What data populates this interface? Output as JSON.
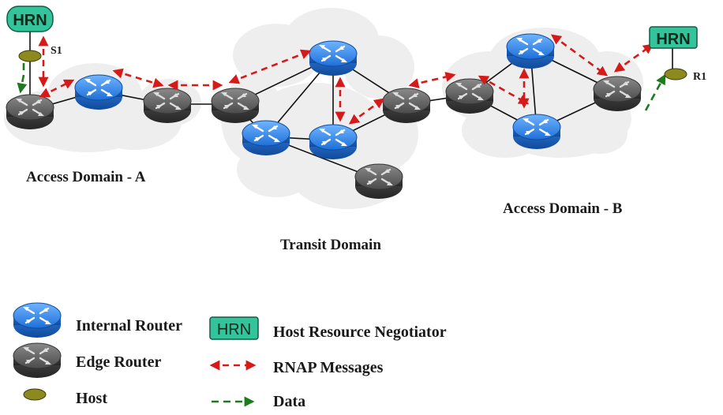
{
  "domains": {
    "access_a": "Access Domain - A",
    "transit": "Transit Domain",
    "access_b": "Access Domain - B"
  },
  "hosts": {
    "sender": "S1",
    "receiver": "R1"
  },
  "hrn_label": "HRN",
  "legend": {
    "internal_router": "Internal Router",
    "edge_router": "Edge Router",
    "host": "Host",
    "hrn_box": "HRN",
    "hrn": "Host Resource Negotiator",
    "rnap": "RNAP Messages",
    "data": "Data"
  },
  "colors": {
    "internal_router": "#3d8ef0",
    "edge_router": "#5a5a5a",
    "host": "#8c8a1f",
    "hrn": "#33c49c",
    "rnap_arrow": "#d61a1a",
    "data_arrow": "#1e7a1e",
    "cloud": "#eeeeee"
  }
}
